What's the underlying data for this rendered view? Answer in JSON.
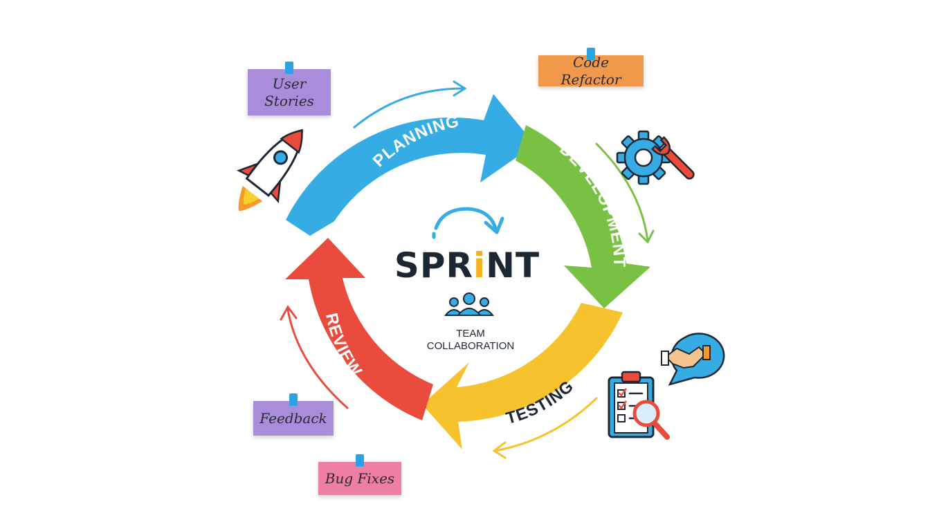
{
  "hub": {
    "title_main": "SPR",
    "title_i": "i",
    "title_end": "NT",
    "subtitle_1": "TEAM",
    "subtitle_2": "COLLABORATION"
  },
  "phases": {
    "planning": "PLANNING",
    "development": "DEVELOPMENT",
    "testing": "TESTING",
    "review": "REVIEW"
  },
  "notes": {
    "user_stories_1": "User",
    "user_stories_2": "Stories",
    "code_refactor": "Code Refactor",
    "feedback": "Feedback",
    "bug_fixes": "Bug Fixes"
  },
  "colors": {
    "planning": "#35ace3",
    "development": "#79c143",
    "testing": "#f6c22d",
    "review": "#e94b3c",
    "note_purple": "#a98ddb",
    "note_orange": "#f2984a",
    "note_pink": "#ee7ea2",
    "pin": "#2aa3e6",
    "ink": "#1d2733"
  },
  "icons": [
    "rocket-icon",
    "gear-wrench-icon",
    "handshake-icon",
    "checklist-magnifier-icon",
    "team-icon",
    "cycle-arrow-icon"
  ]
}
